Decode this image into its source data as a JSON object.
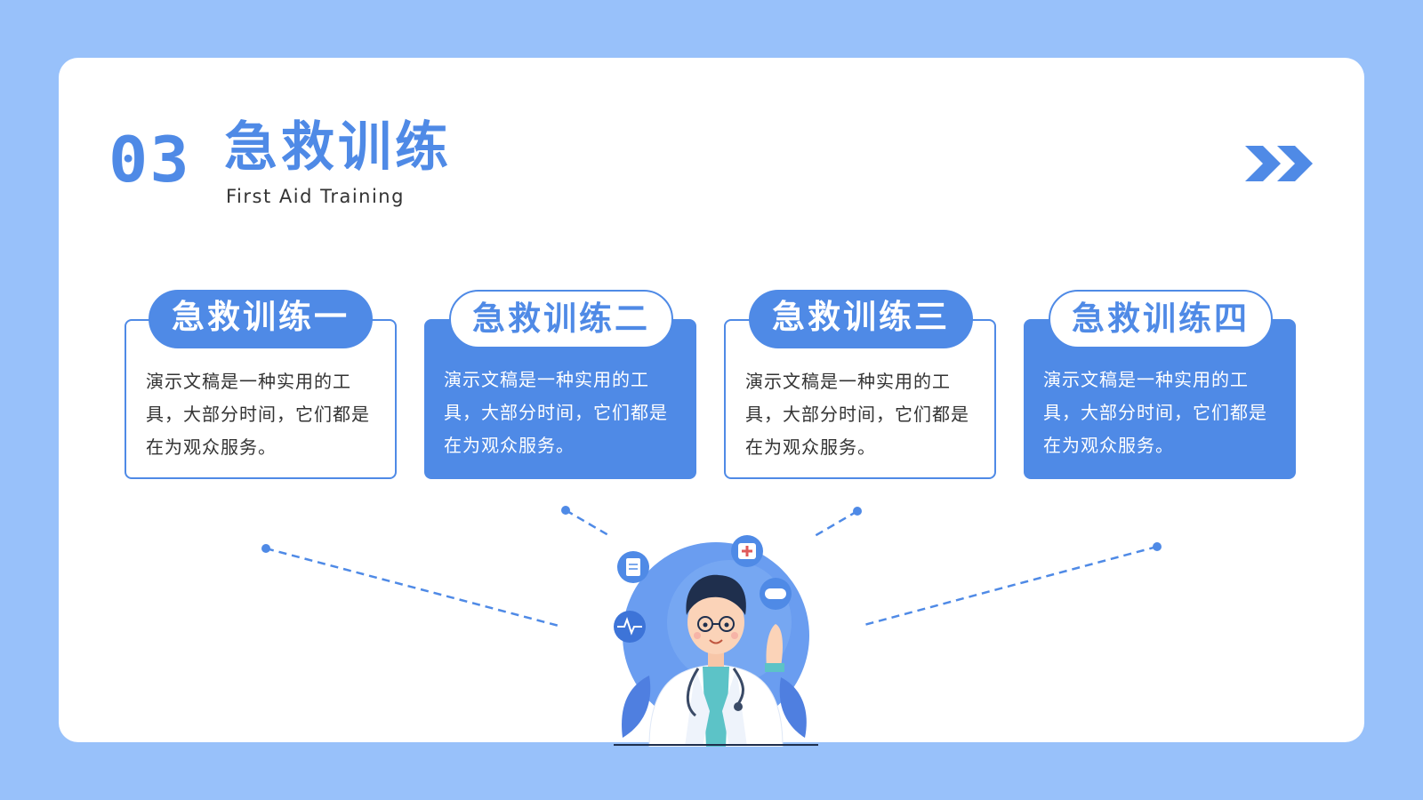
{
  "header": {
    "section_number": "03",
    "title": "急救训练",
    "subtitle": "First Aid Training"
  },
  "colors": {
    "background": "#98c1fa",
    "panel": "#ffffff",
    "accent": "#4f8ae6",
    "text": "#333333"
  },
  "cards": [
    {
      "label": "急救训练一",
      "text": "演示文稿是一种实用的工具，大部分时间，它们都是在为观众服务。",
      "style": "outline"
    },
    {
      "label": "急救训练二",
      "text": "演示文稿是一种实用的工具，大部分时间，它们都是在为观众服务。",
      "style": "filled"
    },
    {
      "label": "急救训练三",
      "text": "演示文稿是一种实用的工具，大部分时间，它们都是在为观众服务。",
      "style": "outline"
    },
    {
      "label": "急救训练四",
      "text": "演示文稿是一种实用的工具，大部分时间，它们都是在为观众服务。",
      "style": "filled"
    }
  ],
  "icons": {
    "next": "double-chevron-right-icon",
    "illustration": "doctor-illustration"
  }
}
